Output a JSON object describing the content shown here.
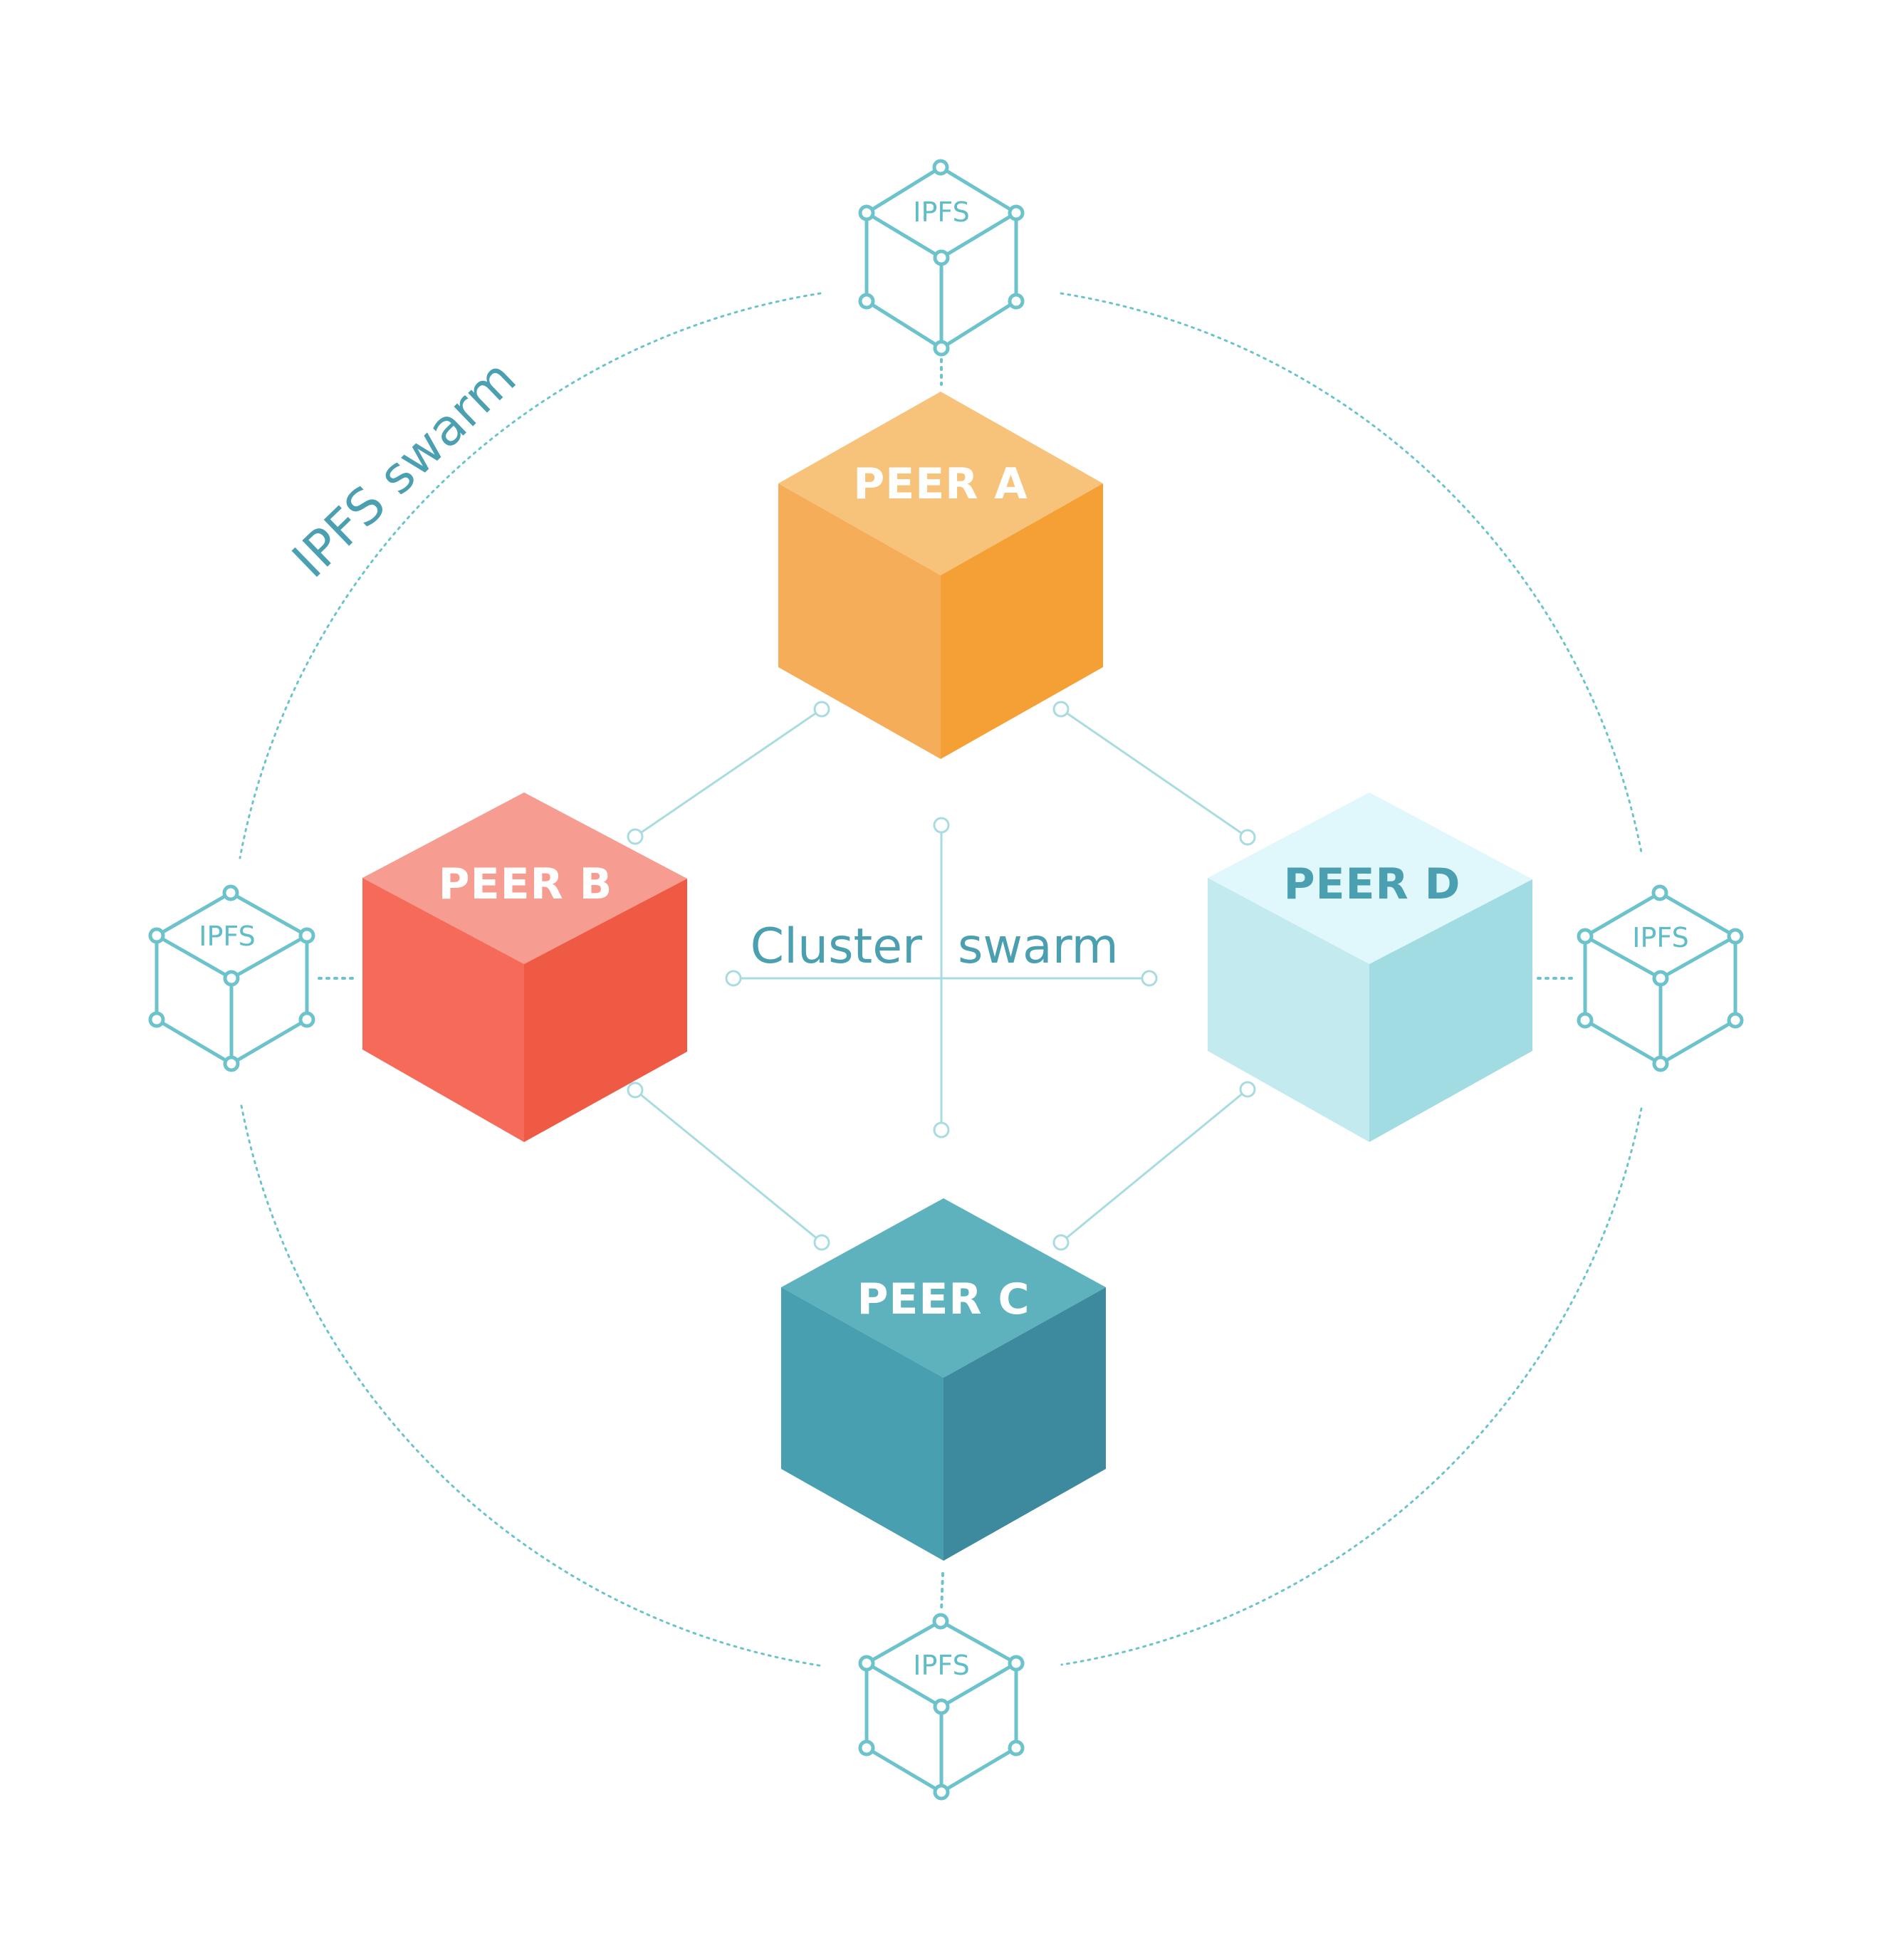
{
  "diagram": {
    "outer_ring_label": "IPFS swarm",
    "center_label_left": "Cluster",
    "center_label_right": "swarm",
    "colors": {
      "ring": "#6cc3cc",
      "link": "#a8dce0",
      "label_teal": "#4a9fb0",
      "ipfs_outline": "#6cc3cc"
    },
    "peers": [
      {
        "id": "A",
        "label": "PEER A",
        "label_color": "#ffffff",
        "top": "#f7c37b",
        "left": "#f6ad5a",
        "right": "#f5a034"
      },
      {
        "id": "B",
        "label": "PEER B",
        "label_color": "#ffffff",
        "top": "#f79c90",
        "left": "#f56a59",
        "right": "#ee5a44"
      },
      {
        "id": "C",
        "label": "PEER C",
        "label_color": "#ffffff",
        "top": "#5eb2bd",
        "left": "#479faf",
        "right": "#3d8a9e"
      },
      {
        "id": "D",
        "label": "PEER D",
        "label_color": "#4a9fb0",
        "top": "#e0f8fb",
        "left": "#c2eaef",
        "right": "#a2dce3"
      }
    ],
    "ipfs_nodes": [
      {
        "position": "top",
        "label": "IPFS"
      },
      {
        "position": "left",
        "label": "IPFS"
      },
      {
        "position": "right",
        "label": "IPFS"
      },
      {
        "position": "bottom",
        "label": "IPFS"
      }
    ]
  }
}
